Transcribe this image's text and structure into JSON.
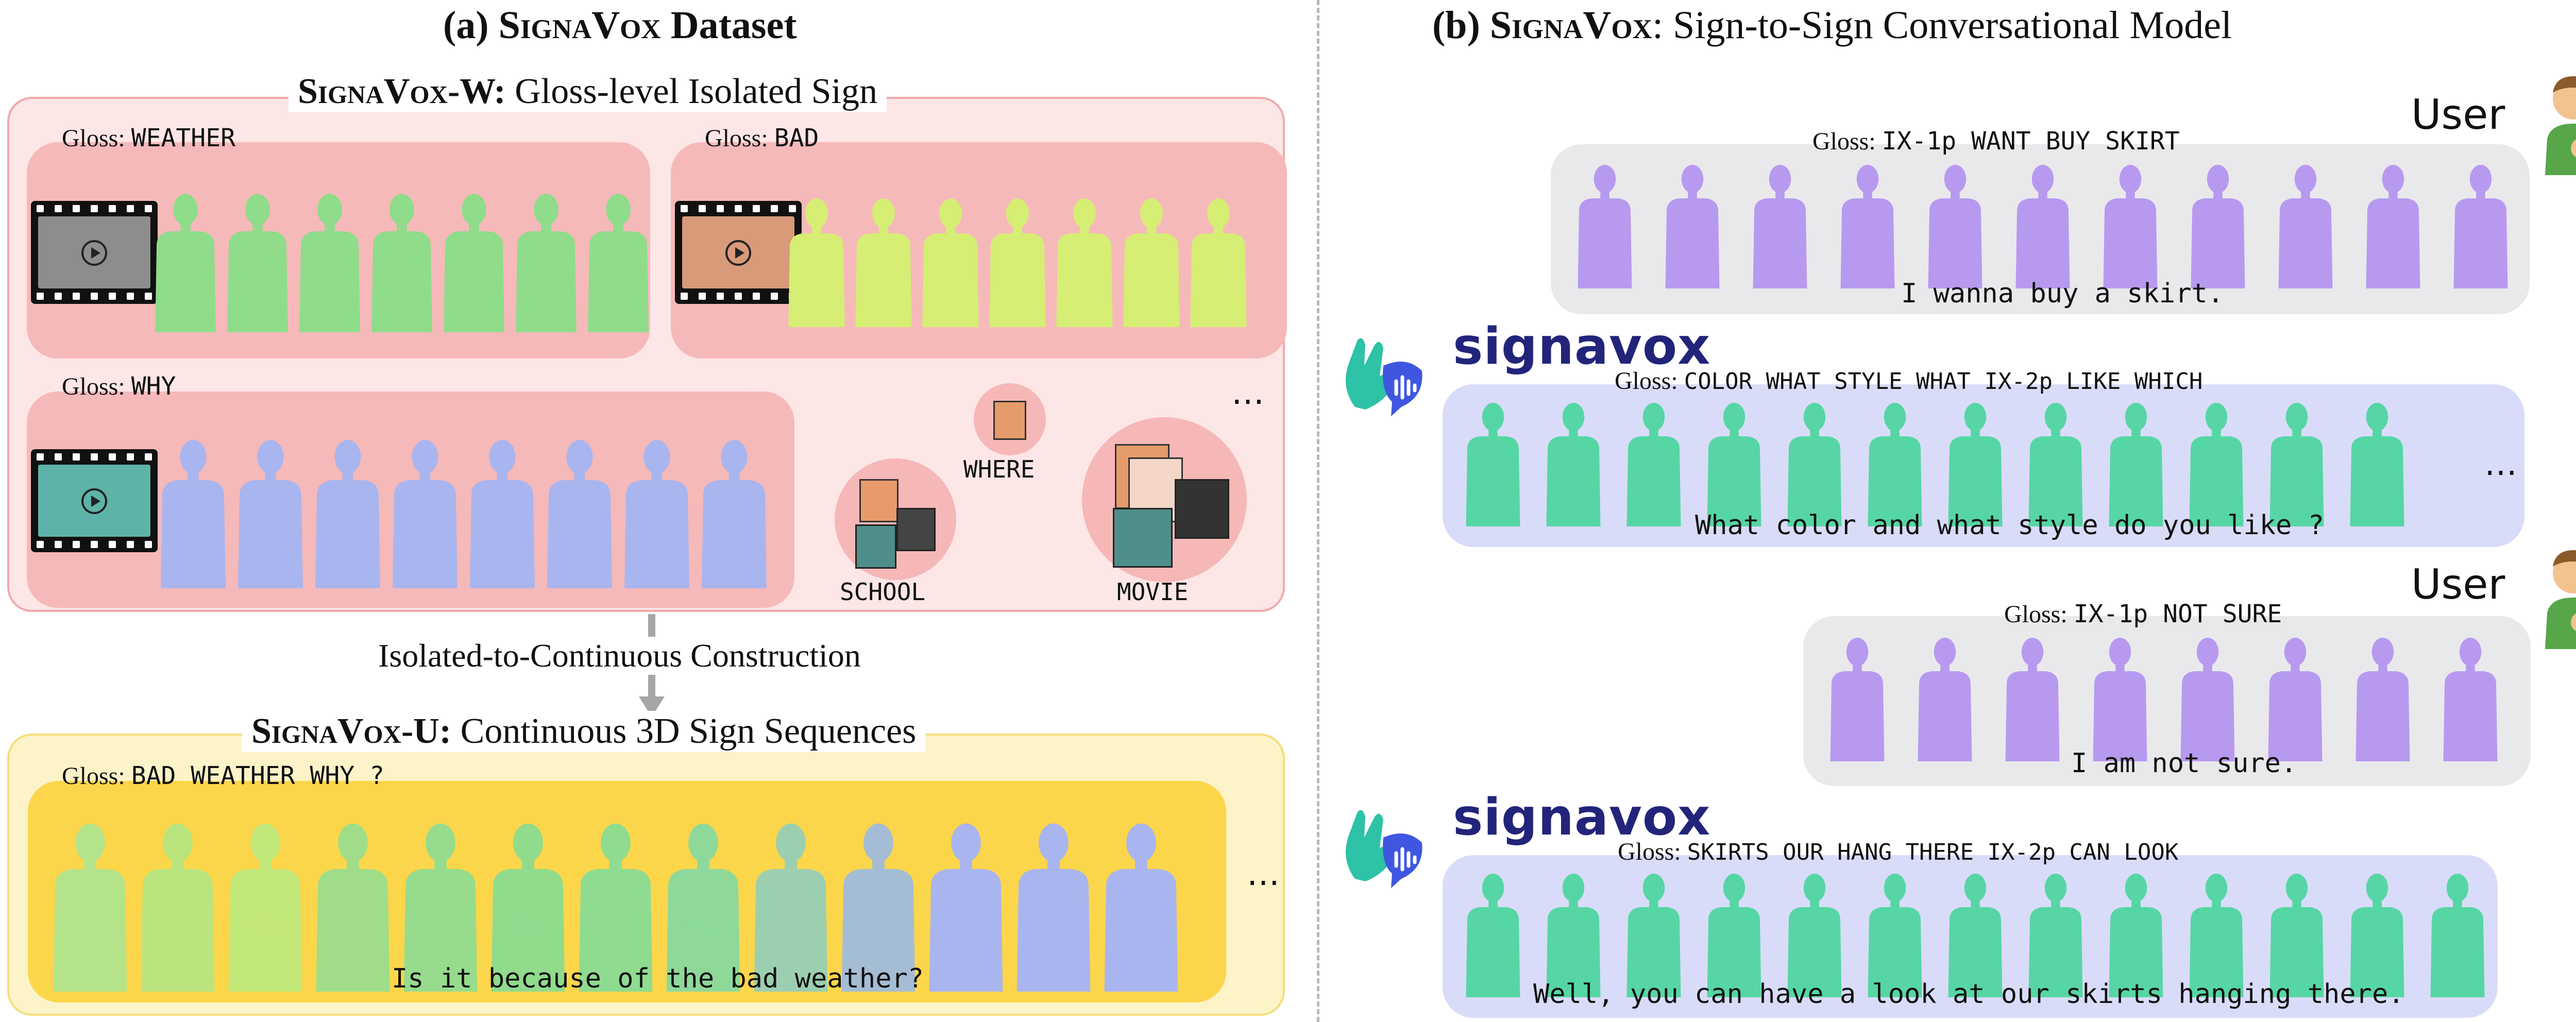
{
  "left": {
    "title_prefix": "(a) ",
    "title_brand": "SignaVox",
    "title_suffix": " Dataset",
    "w_section": {
      "brand": "SignaVox-W:",
      "rest": " Gloss-level Isolated Sign"
    },
    "gloss_label": "Gloss:",
    "panels": [
      {
        "gloss": "WEATHER"
      },
      {
        "gloss": "BAD"
      },
      {
        "gloss": "WHY"
      }
    ],
    "ellipsis": "…",
    "bubbles": [
      "SCHOOL",
      "WHERE",
      "MOVIE"
    ],
    "arrow_label": "Isolated-to-Continuous Construction",
    "u_section": {
      "brand": "SignaVox-U:",
      "rest": " Continuous 3D Sign Sequences"
    },
    "u_gloss": "BAD WEATHER WHY ?",
    "u_caption": "Is it because of the bad weather?",
    "u_ellipsis": "…"
  },
  "right": {
    "title_prefix": "(b) ",
    "title_brand": "SignaVox",
    "title_suffix": ": Sign-to-Sign Conversational Model",
    "gloss_label": "Gloss:",
    "user_label": "User",
    "logo": "signavox",
    "turns": [
      {
        "role": "user",
        "gloss": "IX-1p WANT BUY SKIRT",
        "caption": "I wanna buy a skirt."
      },
      {
        "role": "model",
        "gloss": "COLOR WHAT STYLE WHAT IX-2p LIKE WHICH",
        "caption": "What color and what style do you like ?"
      },
      {
        "role": "user",
        "gloss": "IX-1p NOT SURE",
        "caption": "I am not sure."
      },
      {
        "role": "model",
        "gloss": "SKIRTS OUR HANG THERE IX-2p CAN LOOK",
        "caption": "Well, you can have a look at our skirts hanging there."
      }
    ],
    "ellipsis": "…"
  },
  "colors": {
    "w_box_bg": "#fde6e6",
    "w_box_border": "#f2a9a9",
    "w_panel": "#f6b9b9",
    "u_box_bg": "#fdf3c8",
    "u_box_border": "#f5de7a",
    "u_panel": "#fcd64a",
    "user_panel": "#e9e9ec",
    "model_panel": "#d9dcf8",
    "green_fig": "#8fdc8a",
    "lime_fig": "#d6ee74",
    "blue_fig": "#a9b5ee",
    "purple_fig": "#b79aef",
    "teal_fig": "#56d6a4",
    "logo_blue": "#22247a",
    "logo_accent": "#3fa7e8"
  }
}
